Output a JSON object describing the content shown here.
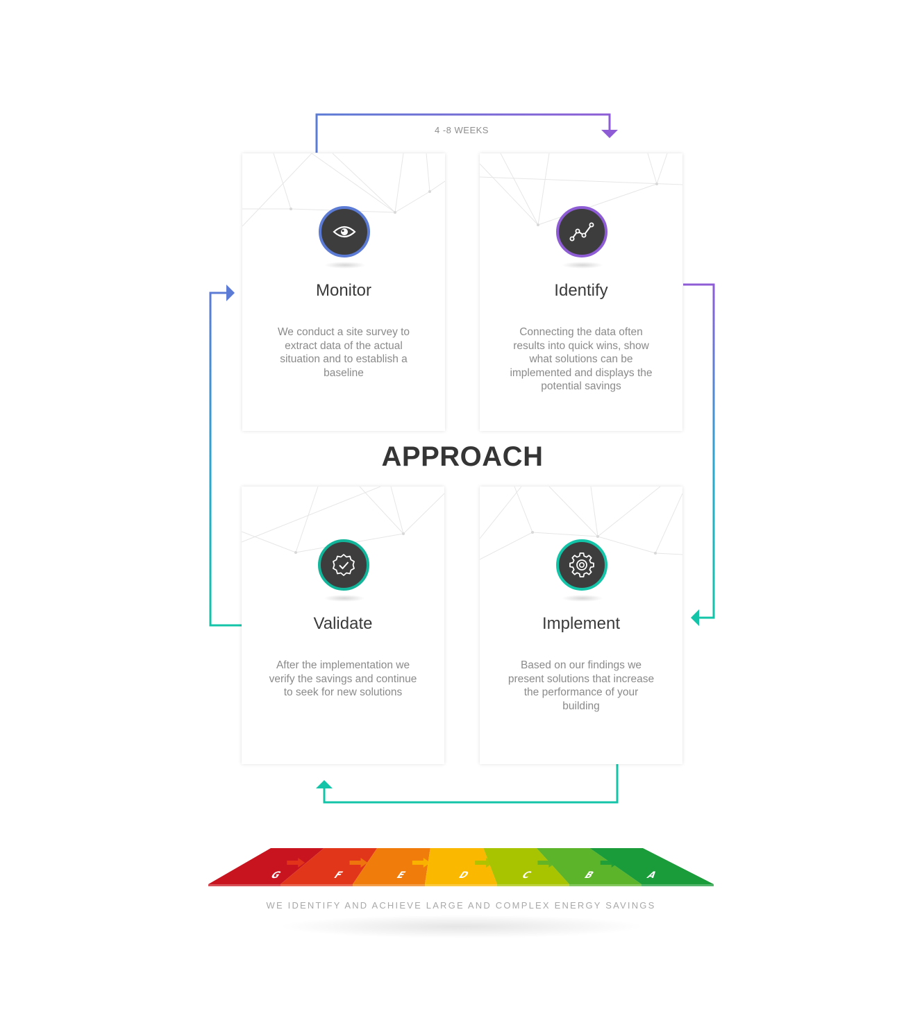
{
  "duration_label": "4 -8 WEEKS",
  "title": "APPROACH",
  "steps": [
    {
      "id": "monitor",
      "title": "Monitor",
      "description": "We conduct a site survey to extract data of the actual situation and to establish a baseline",
      "icon": "eye-icon",
      "accent": "#5b7bd5"
    },
    {
      "id": "identify",
      "title": "Identify",
      "description": "Connecting the data often results into quick wins, show what solutions can be implemented and displays the potential savings",
      "icon": "line-chart-icon",
      "accent": "#8e5dd6"
    },
    {
      "id": "validate",
      "title": "Validate",
      "description": "After the implementation we verify the savings and continue to seek for new solutions",
      "icon": "verified-badge-icon",
      "accent": "#13b59a"
    },
    {
      "id": "implement",
      "title": "Implement",
      "description": "Based on our findings we present solutions that increase the performance of your building",
      "icon": "gear-icon",
      "accent": "#13c4a8"
    }
  ],
  "energy_scale": {
    "labels": [
      "G",
      "F",
      "E",
      "D",
      "C",
      "B",
      "A"
    ],
    "colors": [
      "#c8141f",
      "#e2361a",
      "#f07c0c",
      "#fbb800",
      "#a8c300",
      "#5cb42a",
      "#1a9c3a"
    ]
  },
  "tagline": "WE IDENTIFY AND ACHIEVE LARGE AND COMPLEX ENERGY SAVINGS",
  "colors": {
    "blue": "#5b7bd5",
    "purple": "#8e5dd6",
    "teal": "#13c4a8",
    "dark": "#3d3d3d"
  }
}
